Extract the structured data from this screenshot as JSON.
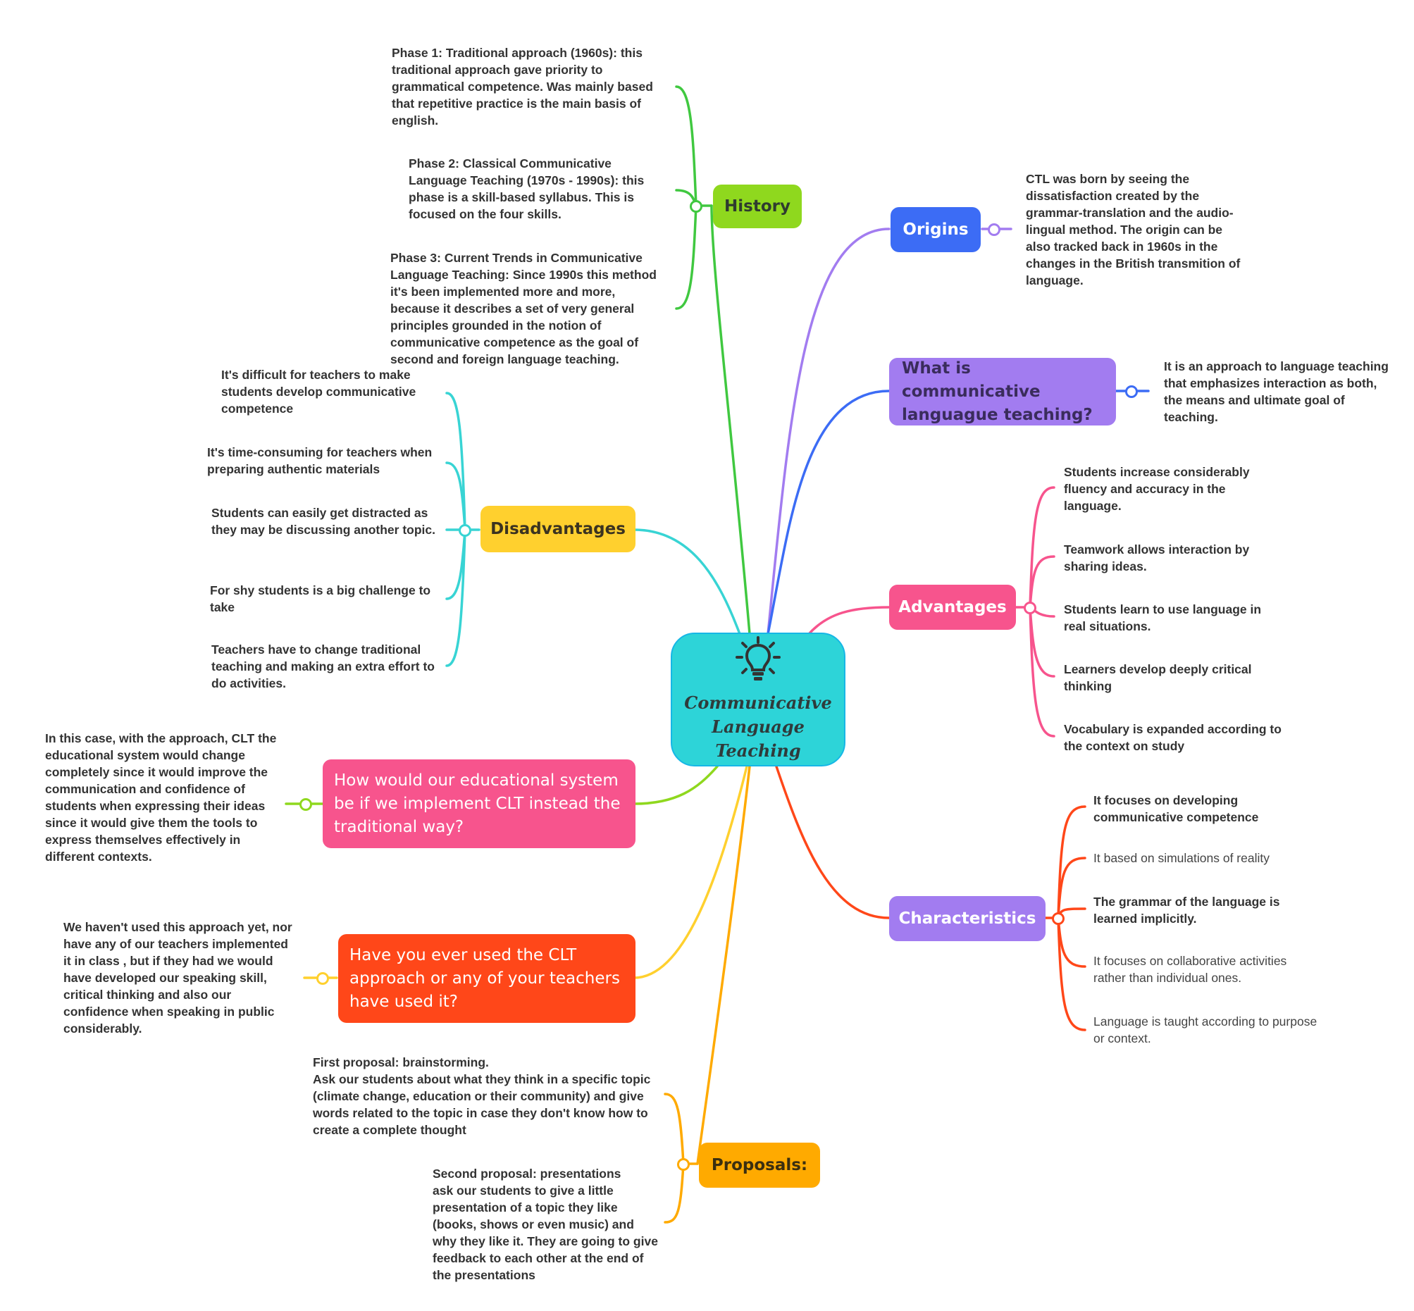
{
  "central": {
    "title": "Communicative\nLanguage Teaching",
    "icon": "lightbulb-icon"
  },
  "colors": {
    "history": "#8fd81e",
    "origins": "#3c6cf5",
    "what": "#a27cf0",
    "advantages": "#f7548d",
    "characteristics": "#a27cf0",
    "disadvantages": "#ffd02e",
    "educational": "#f7548d",
    "used": "#ff4719",
    "proposals": "#ffaa00"
  },
  "history": {
    "label": "History",
    "items": [
      "Phase 1: Traditional approach (1960s): this traditional approach gave priority to grammatical competence. Was mainly based that repetitive practice is the main basis of english.",
      "Phase 2: Classical Communicative Language Teaching (1970s - 1990s): this phase is a skill-based syllabus. This is focused on the four skills.",
      "Phase 3: Current Trends in Communicative Language Teaching: Since 1990s this method it's been implemented more and more, because it describes a set of very general principles grounded in the notion of communicative competence as the goal of second and foreign language teaching."
    ]
  },
  "origins": {
    "label": "Origins",
    "items": [
      "CTL was born by seeing the dissatisfaction created by the grammar-translation  and the audio-lingual method. The origin can be also tracked back in 1960s in the changes in the British transmition of language."
    ]
  },
  "what_is": {
    "label": "What is communicative languague teaching?",
    "items": [
      "It is an approach to language teaching that emphasizes interaction as both, the means and ultimate goal of teaching."
    ]
  },
  "advantages": {
    "label": "Advantages",
    "items": [
      "Students increase considerably fluency and accuracy in the language.",
      "Teamwork allows interaction by sharing ideas.",
      "Students learn to use language in real situations.",
      "Learners develop deeply critical thinking",
      "Vocabulary is expanded according to the context on study"
    ]
  },
  "characteristics": {
    "label": "Characteristics",
    "items": [
      "It focuses on developing communicative competence",
      "It based on  simulations of reality",
      "The grammar of the language is learned implicitly.",
      "It focuses on collaborative activities rather than individual ones.",
      "Language is taught according to purpose or context."
    ]
  },
  "disadvantages": {
    "label": "Disadvantages",
    "items": [
      "It's difficult for teachers to make students develop communicative competence",
      "It's time-consuming for teachers when preparing authentic materials",
      "Students can easily get distracted as they may be discussing another topic.",
      "For shy students is a big challenge to take",
      "Teachers have to change traditional teaching and making an extra effort to do activities."
    ]
  },
  "educational": {
    "label": "How would our educational system be if we implement CLT instead the traditional way?",
    "items": [
      "In this case, with the approach, CLT the educational system would change completely since it would improve the communication and confidence of students when expressing their ideas since it would give them the tools to express themselves effectively in different contexts."
    ]
  },
  "used": {
    "label": "Have you ever used the CLT approach or any of your teachers have used it?",
    "items": [
      "We haven't used this approach yet, nor have any of our teachers implemented it in class , but if they had we would have developed our speaking skill, critical thinking and also our confidence when speaking in public considerably."
    ]
  },
  "proposals": {
    "label": "Proposals:",
    "items": [
      "First proposal: brainstorming.\nAsk our students about what they think in a specific topic (climate change, education or their community) and give words related to the topic in case they don't know how to create a complete thought",
      "Second proposal: presentations\n ask our students to give a little presentation of a topic they like (books, shows or even music) and why they like it. They are going to give feedback to each other at the end of the presentations"
    ]
  }
}
